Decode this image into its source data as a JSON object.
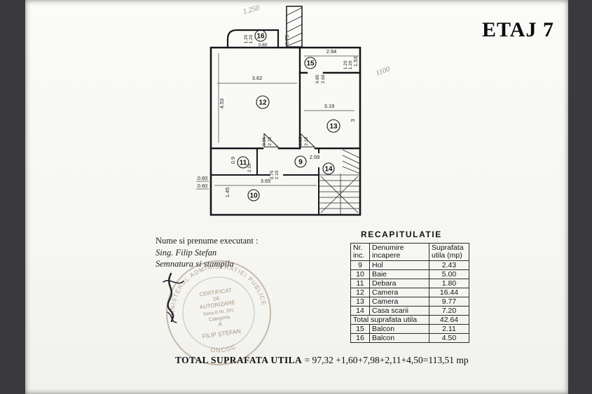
{
  "header": {
    "title": "ETAJ 7"
  },
  "executant": {
    "line1": "Nume si prenume executant :",
    "line2": "Sing. Filip Stefan",
    "line3": "Semnatura si stampila"
  },
  "plan": {
    "rooms": {
      "top_balcony": "16",
      "right_balcony": "15",
      "camera_big": "12",
      "camera_small": "13",
      "hol": "9",
      "debara": "11",
      "casa_scarii": "14",
      "baie": "10"
    },
    "labels": {
      "hand_top": "1.250",
      "hand_side": "1100",
      "dim_362": "3.62",
      "dim_453": "4.53",
      "dim_294": "2.94",
      "dim_153": "1.53",
      "dim_120a": "1.20",
      "dim_120b": "1.20",
      "dim_120c": "1.20",
      "dim_120d": "1.20",
      "dim_085": "0.85",
      "dim_260": "2.60",
      "dim_075_top": "0.75",
      "dim_080": "0.80",
      "dim_319": "3.19",
      "dim_3": "3",
      "door1_w": "0.95",
      "door1_h": "2.70",
      "door2_w": "0.95",
      "door2_h": "2.10",
      "dim_09": "0.9",
      "dim_210": "2.10",
      "door3_w": "0.75",
      "door3_h": "2.10",
      "dim_259": "2.59",
      "dim_060a": "0.60",
      "dim_060b": "0.60",
      "dim_365": "3.65",
      "dim_145": "1.45"
    }
  },
  "stamp": {
    "arc_top": "MINISTERUL ADMINISTRATIEI PUBLICE",
    "arc_bottom": "ONCGC",
    "center": [
      "CERTIFICAT",
      "DE",
      "AUTORIZARE",
      "Seria B Nr. 291",
      "Categoria",
      "A",
      "FILIP ŞTEFAN"
    ]
  },
  "table": {
    "title": "RECAPITULATIE",
    "headers": {
      "nr": "Nr.\ninc.",
      "name": "Denumire\nincapere",
      "area": "Suprafata\nutila (mp)"
    },
    "rows": [
      {
        "nr": "9",
        "name": "Hol",
        "area": "2.43"
      },
      {
        "nr": "10",
        "name": "Baie",
        "area": "5.00"
      },
      {
        "nr": "11",
        "name": "Debara",
        "area": "1.80"
      },
      {
        "nr": "12",
        "name": "Camera",
        "area": "16.44"
      },
      {
        "nr": "13",
        "name": "Camera",
        "area": "9.77"
      },
      {
        "nr": "14",
        "name": "Casa scarii",
        "area": "7.20"
      },
      {
        "nr": "15",
        "name": "Balcon",
        "area": "2.11"
      },
      {
        "nr": "16",
        "name": "Balcon",
        "area": "4.50"
      }
    ],
    "total_label": "Total suprafata utila",
    "total_value": "42.64"
  },
  "total": {
    "label": "TOTAL SUPRAFATA UTILA",
    "rest": " =  97,32 +1,60+7,98+2,11+4,50=113,51 mp"
  }
}
